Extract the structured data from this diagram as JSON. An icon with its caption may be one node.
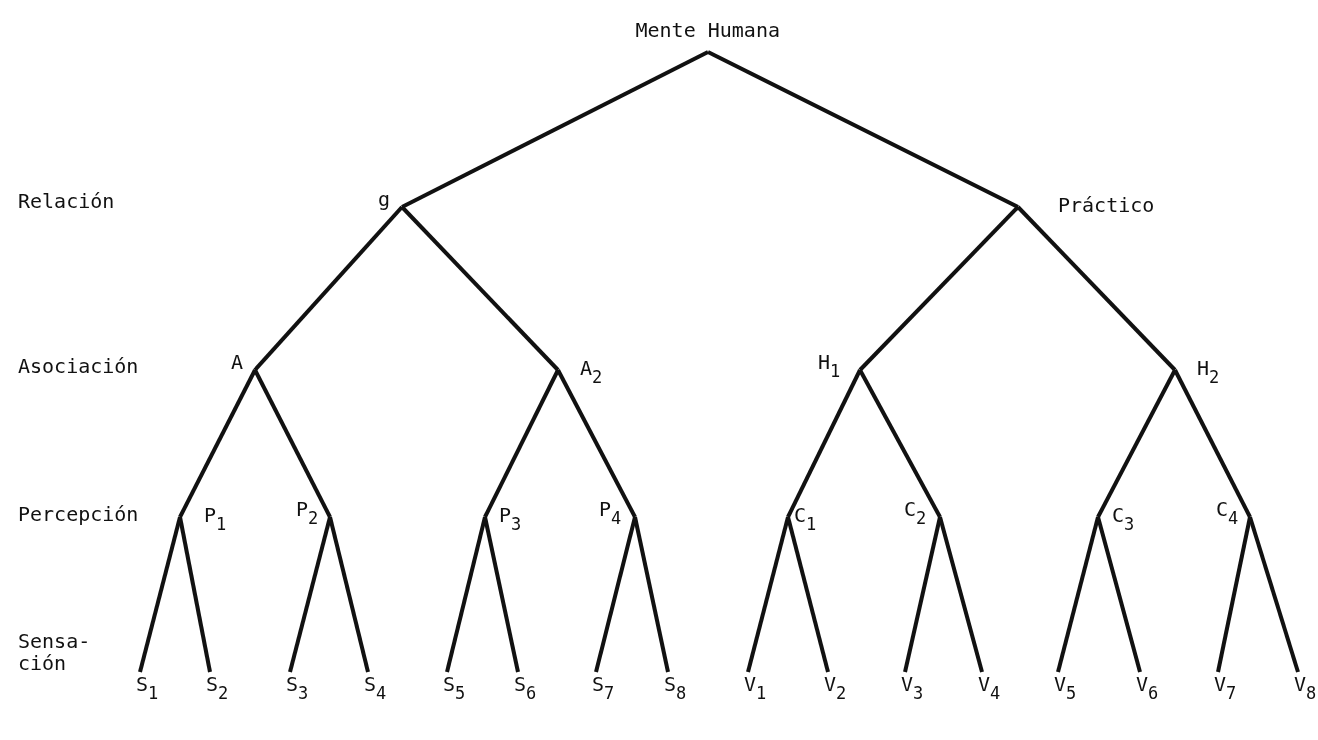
{
  "diagram": {
    "nodes": [
      {
        "text": [
          "Mente Humana"
        ]
      },
      {
        "text": [
          "g"
        ]
      },
      {
        "text": [
          "Práctico"
        ]
      },
      {
        "text": [
          "A"
        ]
      },
      {
        "text": [
          "A$_{2}$"
        ]
      },
      {
        "text": [
          "H$_{1}$"
        ]
      },
      {
        "text": [
          "H$_{2}$"
        ]
      },
      {
        "text": [
          "P$_{1}$"
        ]
      },
      {
        "text": [
          "P$_{2}$"
        ]
      },
      {
        "text": [
          "P$_{3}$"
        ]
      },
      {
        "text": [
          "P$_{4}$"
        ]
      },
      {
        "text": [
          "C$_{1}$"
        ]
      },
      {
        "text": [
          "C$_{2}$"
        ]
      },
      {
        "text": [
          "C$_{3}$"
        ]
      },
      {
        "text": [
          "C$_{4}$"
        ]
      },
      {
        "text": [
          "S$_{1}$"
        ]
      },
      {
        "text": [
          "S$_{2}$"
        ]
      },
      {
        "text": [
          "S$_{3}$"
        ]
      },
      {
        "text": [
          "S$_{4}$"
        ]
      },
      {
        "text": [
          "S$_{5}$"
        ]
      },
      {
        "text": [
          "S$_{6}$"
        ]
      },
      {
        "text": [
          "S$_{7}$"
        ]
      },
      {
        "text": [
          "S$_{8}$"
        ]
      },
      {
        "text": [
          "V$_{1}$"
        ]
      },
      {
        "text": [
          "V$_{2}$"
        ]
      },
      {
        "text": [
          "V$_{3}$"
        ]
      },
      {
        "text": [
          "V$_{4}$"
        ]
      },
      {
        "text": [
          "V$_{5}$"
        ]
      },
      {
        "text": [
          "V$_{6}$"
        ]
      },
      {
        "text": [
          "V$_{7}$"
        ]
      },
      {
        "text": [
          "V$_{8}$"
        ]
      }
    ],
    "edges": [
      {
        "from": 0,
        "to": 1,
        "arrow": "none"
      },
      {
        "from": 0,
        "to": 2,
        "arrow": "none"
      },
      {
        "from": 1,
        "to": 3,
        "arrow": "none"
      },
      {
        "from": 1,
        "to": 4,
        "arrow": "none"
      },
      {
        "from": 2,
        "to": 5,
        "arrow": "none"
      },
      {
        "from": 2,
        "to": 6,
        "arrow": "none"
      },
      {
        "from": 3,
        "to": 7,
        "arrow": "none"
      },
      {
        "from": 3,
        "to": 8,
        "arrow": "none"
      },
      {
        "from": 4,
        "to": 9,
        "arrow": "none"
      },
      {
        "from": 4,
        "to": 10,
        "arrow": "none"
      },
      {
        "from": 5,
        "to": 11,
        "arrow": "none"
      },
      {
        "from": 5,
        "to": 12,
        "arrow": "none"
      },
      {
        "from": 6,
        "to": 13,
        "arrow": "none"
      },
      {
        "from": 6,
        "to": 14,
        "arrow": "none"
      },
      {
        "from": 7,
        "to": 15,
        "arrow": "none"
      },
      {
        "from": 7,
        "to": 16,
        "arrow": "none"
      },
      {
        "from": 8,
        "to": 17,
        "arrow": "none"
      },
      {
        "from": 8,
        "to": 18,
        "arrow": "none"
      },
      {
        "from": 9,
        "to": 19,
        "arrow": "none"
      },
      {
        "from": 9,
        "to": 20,
        "arrow": "none"
      },
      {
        "from": 10,
        "to": 21,
        "arrow": "none"
      },
      {
        "from": 10,
        "to": 22,
        "arrow": "none"
      },
      {
        "from": 11,
        "to": 23,
        "arrow": "none"
      },
      {
        "from": 11,
        "to": 24,
        "arrow": "none"
      },
      {
        "from": 12,
        "to": 25,
        "arrow": "none"
      },
      {
        "from": 12,
        "to": 26,
        "arrow": "none"
      },
      {
        "from": 13,
        "to": 27,
        "arrow": "none"
      },
      {
        "from": 13,
        "to": 28,
        "arrow": "none"
      },
      {
        "from": 14,
        "to": 29,
        "arrow": "none"
      },
      {
        "from": 14,
        "to": 30,
        "arrow": "none"
      }
    ],
    "labels": [
      "Relación",
      "Asociación",
      "Percepción",
      "Sensa- ción"
    ]
  }
}
